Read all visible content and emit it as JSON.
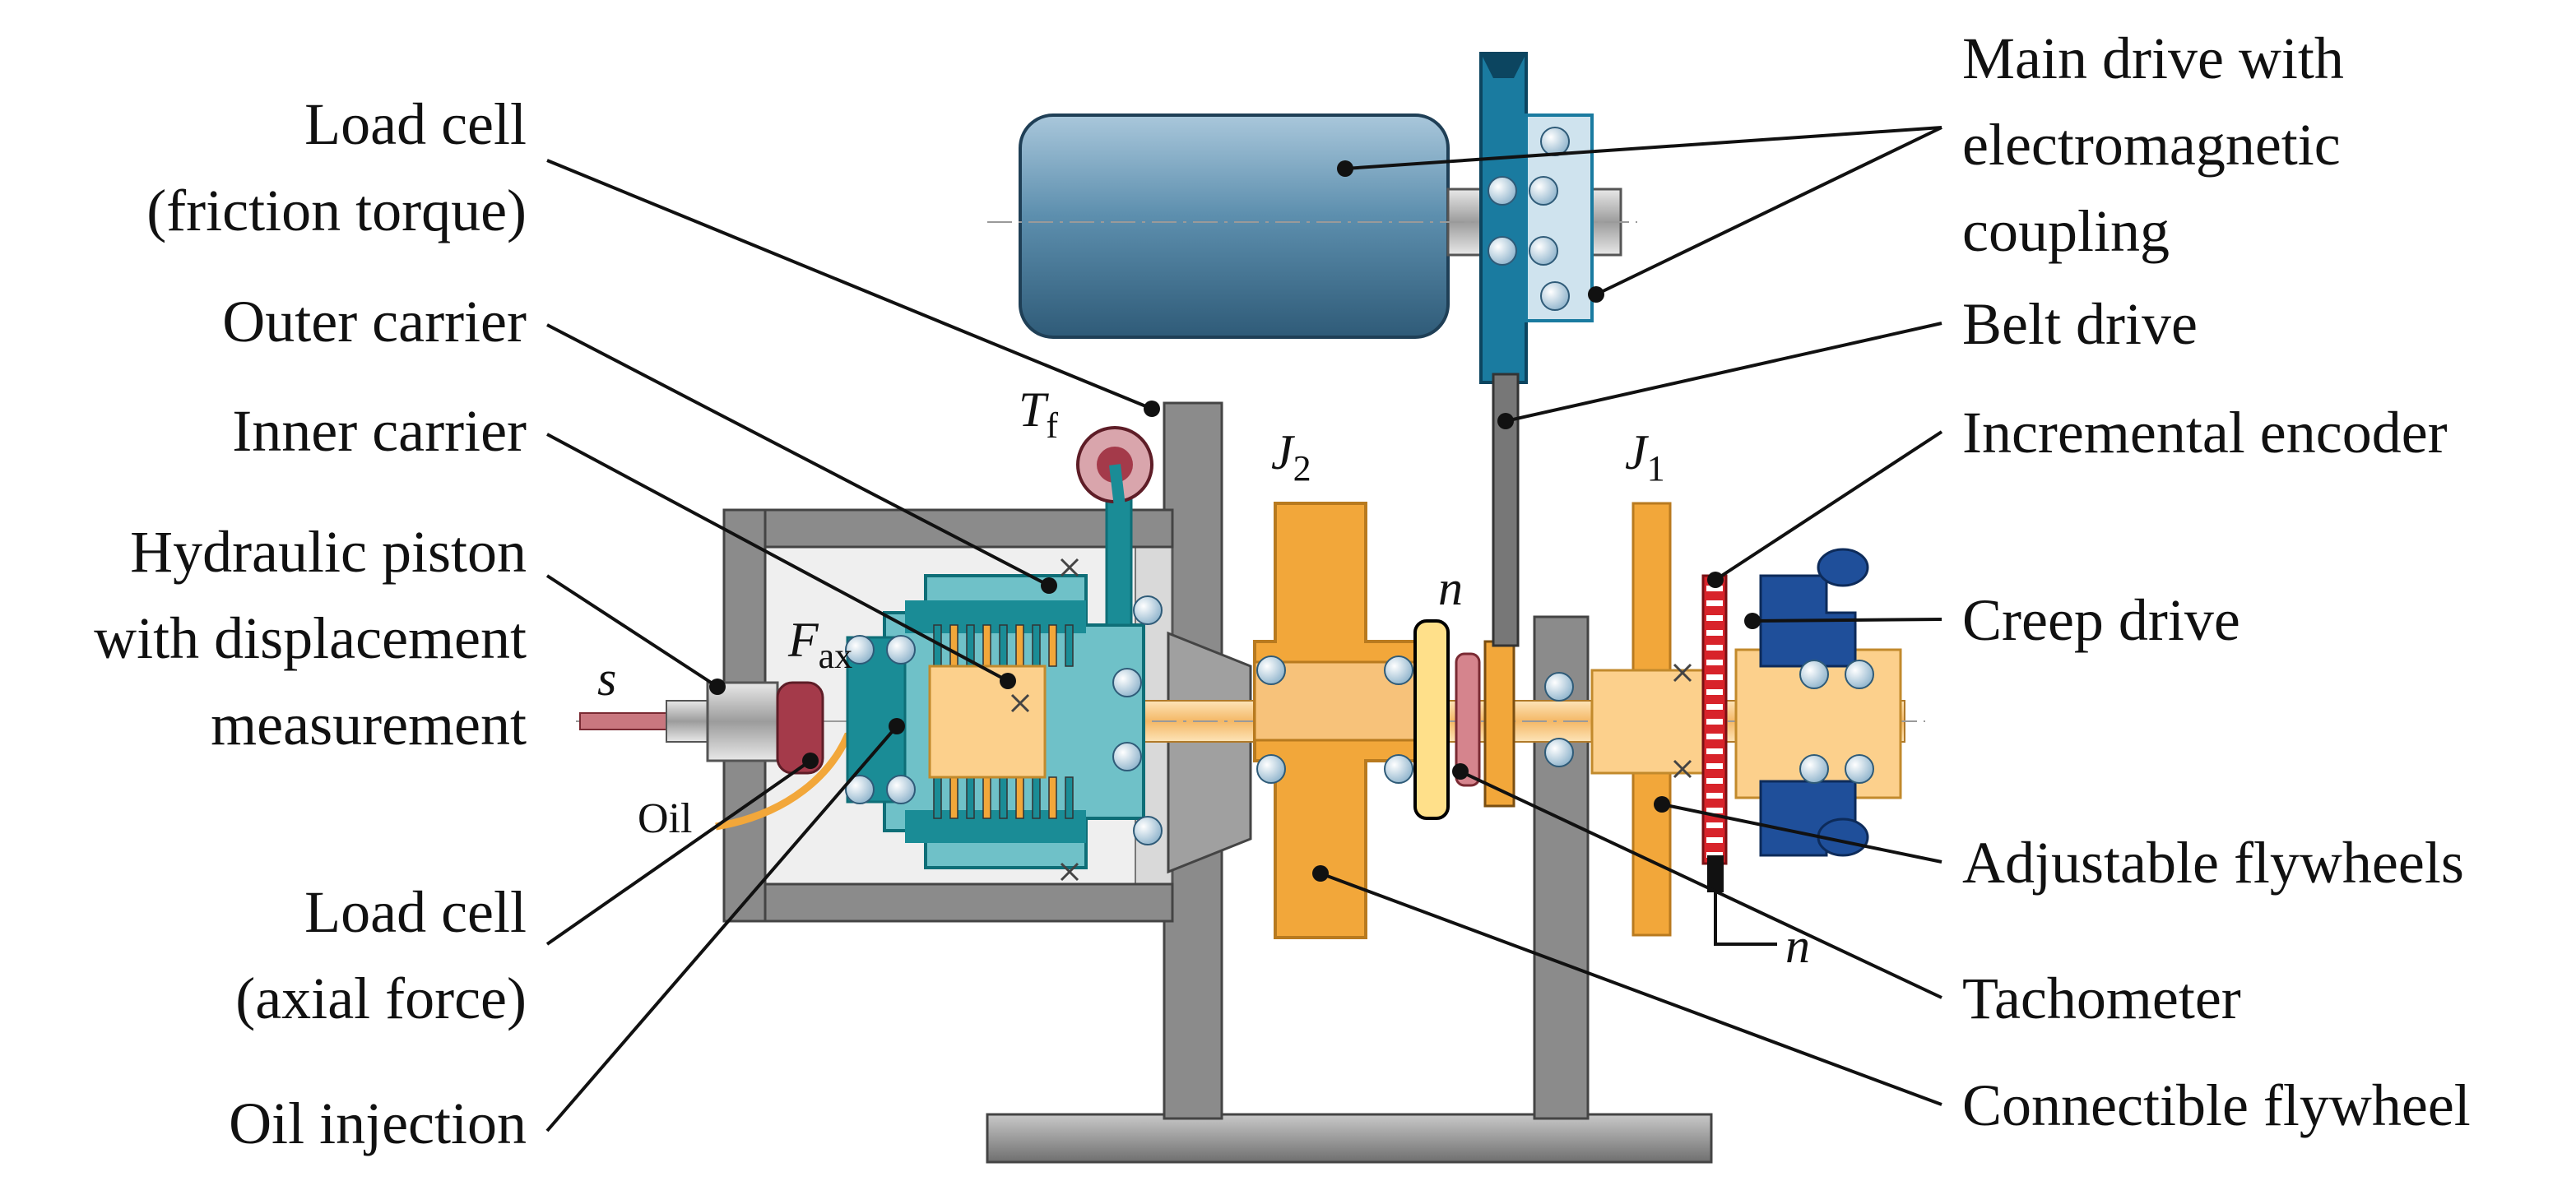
{
  "labels": {
    "load_cell_friction_1": "Load cell",
    "load_cell_friction_2": "(friction torque)",
    "outer_carrier": "Outer carrier",
    "inner_carrier": "Inner carrier",
    "hydraulic_1": "Hydraulic piston",
    "hydraulic_2": "with displacement",
    "hydraulic_3": "measurement",
    "load_cell_axial_1": "Load cell",
    "load_cell_axial_2": "(axial force)",
    "oil_injection": "Oil injection",
    "main_drive_1": "Main drive with",
    "main_drive_2": "electromagnetic",
    "main_drive_3": "coupling",
    "belt_drive": "Belt drive",
    "incremental_encoder": "Incremental encoder",
    "creep_drive": "Creep drive",
    "adjustable_flywheels": "Adjustable flywheels",
    "tachometer": "Tachometer",
    "connectible_flywheel": "Connectible flywheel",
    "oil": "Oil"
  },
  "symbols": {
    "T": "T",
    "T_sub": "f",
    "F": "F",
    "F_sub": "ax",
    "J2": "J",
    "J2_sub": "2",
    "J1": "J",
    "J1_sub": "1",
    "s": "s",
    "n_upper": "n",
    "n_lower": "n"
  },
  "colors": {
    "steel_blue": "#5d8fae",
    "teal": "#1a8c96",
    "flywheel_orange": "#f2a73a",
    "light_orange": "#fcd08c",
    "frame_grey": "#8b8b8b",
    "light_grey": "#d9d9d9",
    "encoder_red": "#d8232a",
    "creep_blue": "#1f4f9a",
    "load_cell_maroon": "#a43a4a"
  }
}
